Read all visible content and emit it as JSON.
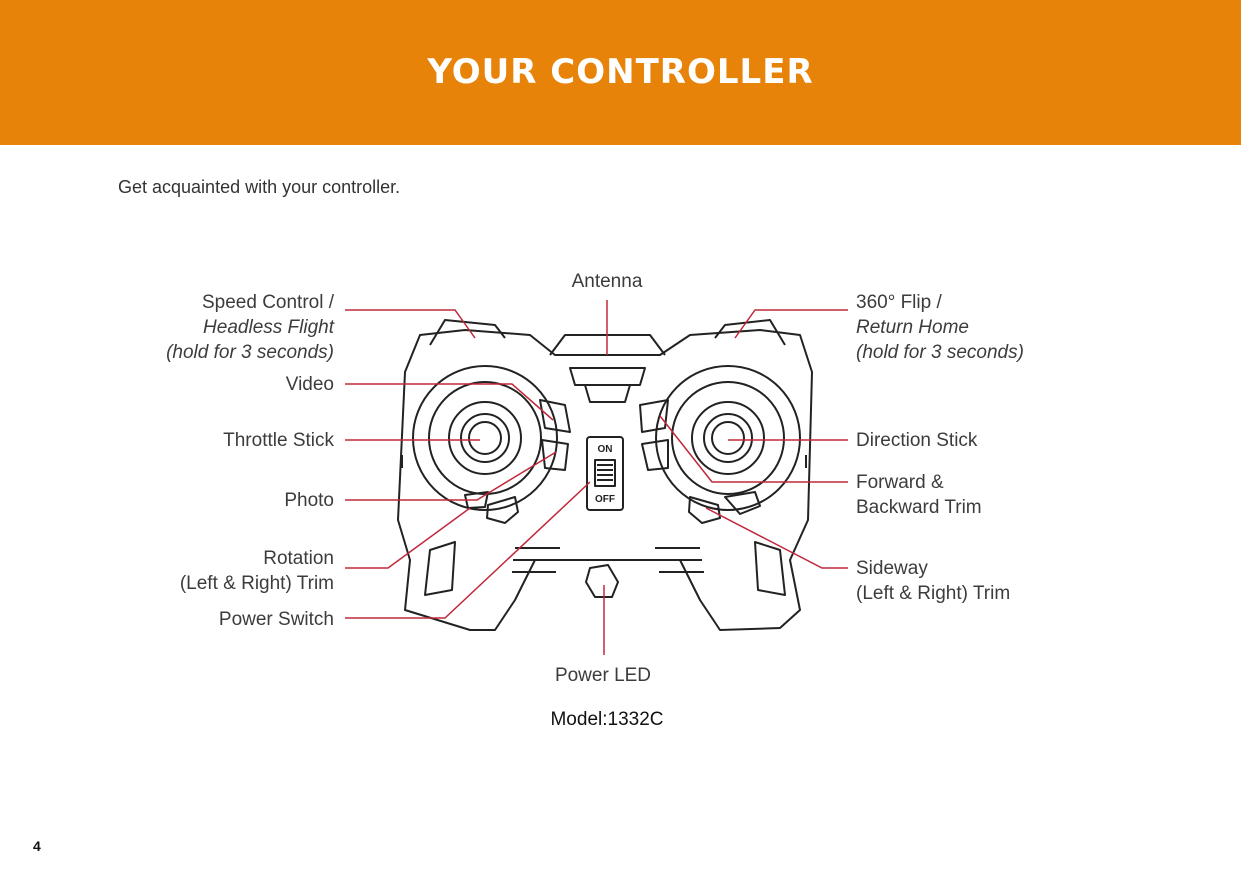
{
  "header": {
    "title": "YOUR CONTROLLER",
    "background": "#e8830a"
  },
  "intro": "Get acquainted with your controller.",
  "labels": {
    "antenna": "Antenna",
    "speed_control": [
      "Speed Control /",
      "Headless Flight",
      "(hold for 3 seconds)"
    ],
    "flip": [
      "360° Flip /",
      "Return Home",
      "(hold for 3 seconds)"
    ],
    "video": "Video",
    "throttle_stick": "Throttle Stick",
    "photo": "Photo",
    "rotation": [
      "Rotation",
      "(Left & Right) Trim"
    ],
    "power_switch": "Power Switch",
    "direction_stick": "Direction Stick",
    "forward_trim": [
      "Forward &",
      "Backward Trim"
    ],
    "sideway": [
      "Sideway",
      "(Left & Right) Trim"
    ],
    "power_led": "Power LED"
  },
  "switch": {
    "on": "ON",
    "off": "OFF"
  },
  "model": "Model:1332C",
  "page_number": "4",
  "leader_color": "#c0283a"
}
